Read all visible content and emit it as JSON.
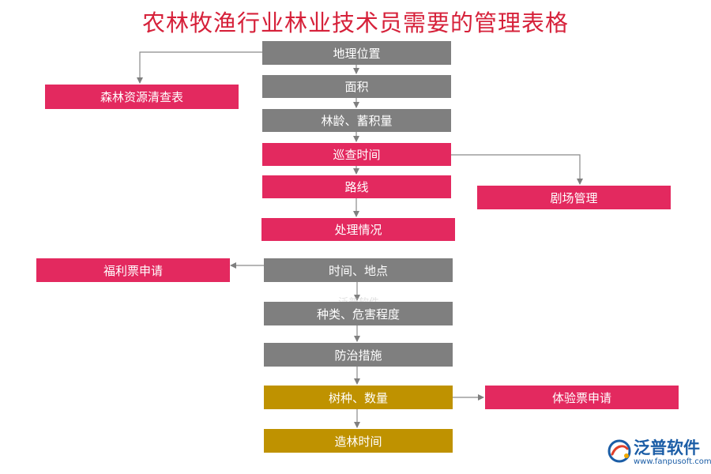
{
  "title": "农林牧渔行业林业技术员需要的管理表格",
  "nodes": {
    "location": "地理位置",
    "area": "面积",
    "age_stock": "林龄、蓄积量",
    "patrol_time": "巡查时间",
    "route": "路线",
    "handling": "处理情况",
    "forest_survey": "森林资源清查表",
    "site_management": "剧场管理",
    "time_place": "时间、地点",
    "type_severity": "种类、危害程度",
    "control_measures": "防治措施",
    "welfare_ticket": "福利票申请",
    "tree_species_qty": "树种、数量",
    "experience_ticket": "体验票申请",
    "afforestation_time": "造林时间"
  },
  "colors": {
    "title": "#d6213a",
    "gray_box": "#7f7f7f",
    "red_box": "#e3295f",
    "gold_box": "#bf9200",
    "connector": "#7f7f7f"
  },
  "watermark": "泛普软件",
  "logo": {
    "icon": "fanpu-logo-icon",
    "name": "泛普软件",
    "url": "www.fanpusoft.com"
  }
}
